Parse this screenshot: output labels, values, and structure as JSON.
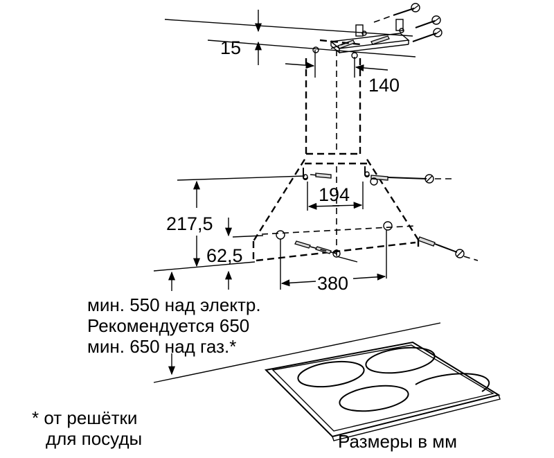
{
  "dimensions": {
    "top_offset": "15",
    "bracket_spacing": "140",
    "hook_spacing": "194",
    "height_total": "217,5",
    "height_lower": "62,5",
    "bottom_spacing": "380"
  },
  "clearance_notes": [
    "мин. 550 над электр.",
    "Рекомендуется 650",
    "мин. 650 над газ.*"
  ],
  "footnote": {
    "line1": "* от решётки",
    "line2": "для посуды"
  },
  "units_label": "Размеры в мм"
}
